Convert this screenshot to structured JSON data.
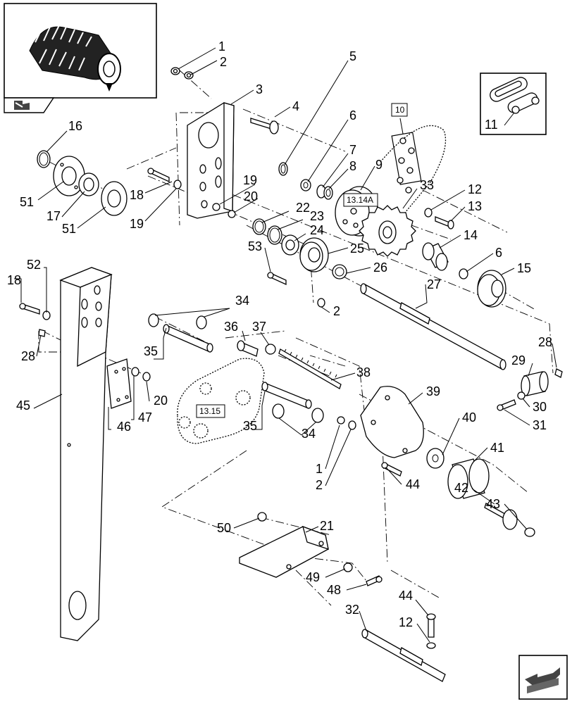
{
  "callouts": [
    "1",
    "2",
    "3",
    "4",
    "5",
    "6",
    "7",
    "8",
    "9",
    "10",
    "11",
    "12",
    "13",
    "14",
    "15",
    "16",
    "17",
    "18",
    "19",
    "20",
    "21",
    "22",
    "23",
    "24",
    "25",
    "26",
    "27",
    "28",
    "29",
    "30",
    "31",
    "32",
    "33",
    "34",
    "35",
    "36",
    "37",
    "38",
    "39",
    "40",
    "41",
    "42",
    "43",
    "44",
    "45",
    "46",
    "47",
    "48",
    "49",
    "50",
    "51",
    "52",
    "53"
  ],
  "references": {
    "chain_ref": "10",
    "sprocket_ref": "13.14A",
    "plate_ref": "13.15"
  },
  "icons": [
    "rotor-thumbnail-icon",
    "navigation-arrow-icon",
    "navigation-arrow-corner-icon",
    "chain-link-icon"
  ]
}
